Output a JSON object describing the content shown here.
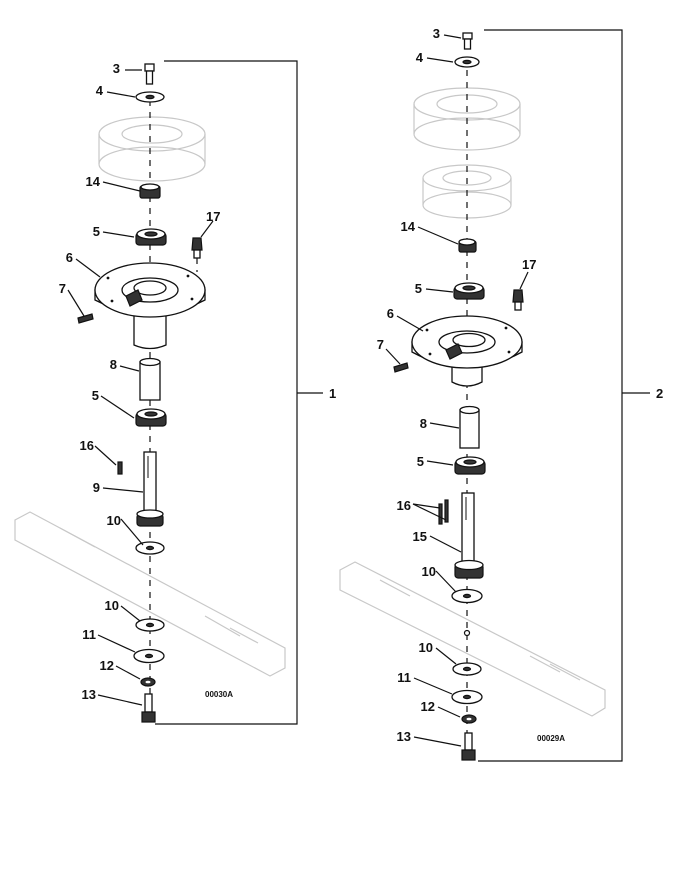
{
  "left_assembly": {
    "callouts": [
      "3",
      "4",
      "14",
      "5",
      "17",
      "6",
      "7",
      "8",
      "5",
      "16",
      "9",
      "10",
      "10",
      "11",
      "12",
      "13"
    ],
    "assembly_number": "1",
    "drawing_code": "00030A"
  },
  "right_assembly": {
    "callouts": [
      "3",
      "4",
      "14",
      "5",
      "17",
      "6",
      "7",
      "8",
      "5",
      "16",
      "15",
      "10",
      "10",
      "11",
      "12",
      "13"
    ],
    "assembly_number": "2",
    "drawing_code": "00029A"
  }
}
